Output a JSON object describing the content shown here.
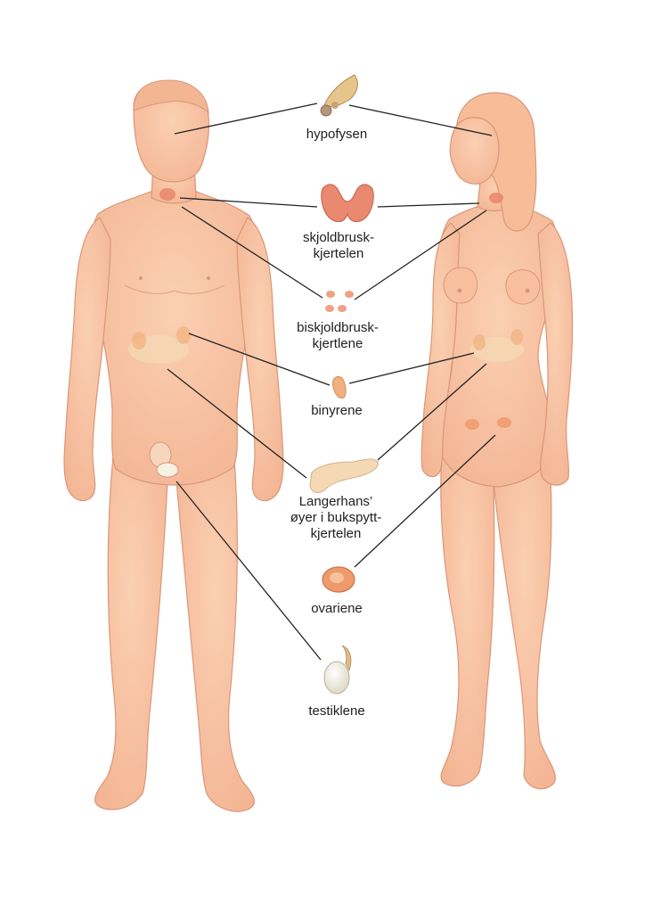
{
  "colors": {
    "skin": "#f9c4a3",
    "skin_shade": "#ecaa86",
    "skin_outline": "#d9977a",
    "hair_female": "#f6bd98",
    "leader_line": "#222222",
    "gland_thyroid": "#e98a70",
    "gland_pancreas": "#f4d9b4",
    "gland_pituitary": "#c9a27a",
    "gland_adrenal": "#f1b07e",
    "gland_ovary": "#ee9a6c",
    "gland_testis": "#f5f2e4"
  },
  "labels": {
    "pituitary": "hypofysen",
    "thyroid": "skjoldbrusk-\nkjertelen",
    "parathyroid": "biskjoldbrusk-\nkjertlene",
    "adrenal": "binyrene",
    "pancreas": "Langerhans’\nøyer i bukspytt-\nkjertelen",
    "ovaries": "ovariene",
    "testes": "testiklene"
  },
  "icons": [
    "pituitary-gland-icon",
    "thyroid-gland-icon",
    "parathyroid-glands-icon",
    "adrenal-gland-icon",
    "pancreas-icon",
    "ovary-icon",
    "testis-icon"
  ]
}
